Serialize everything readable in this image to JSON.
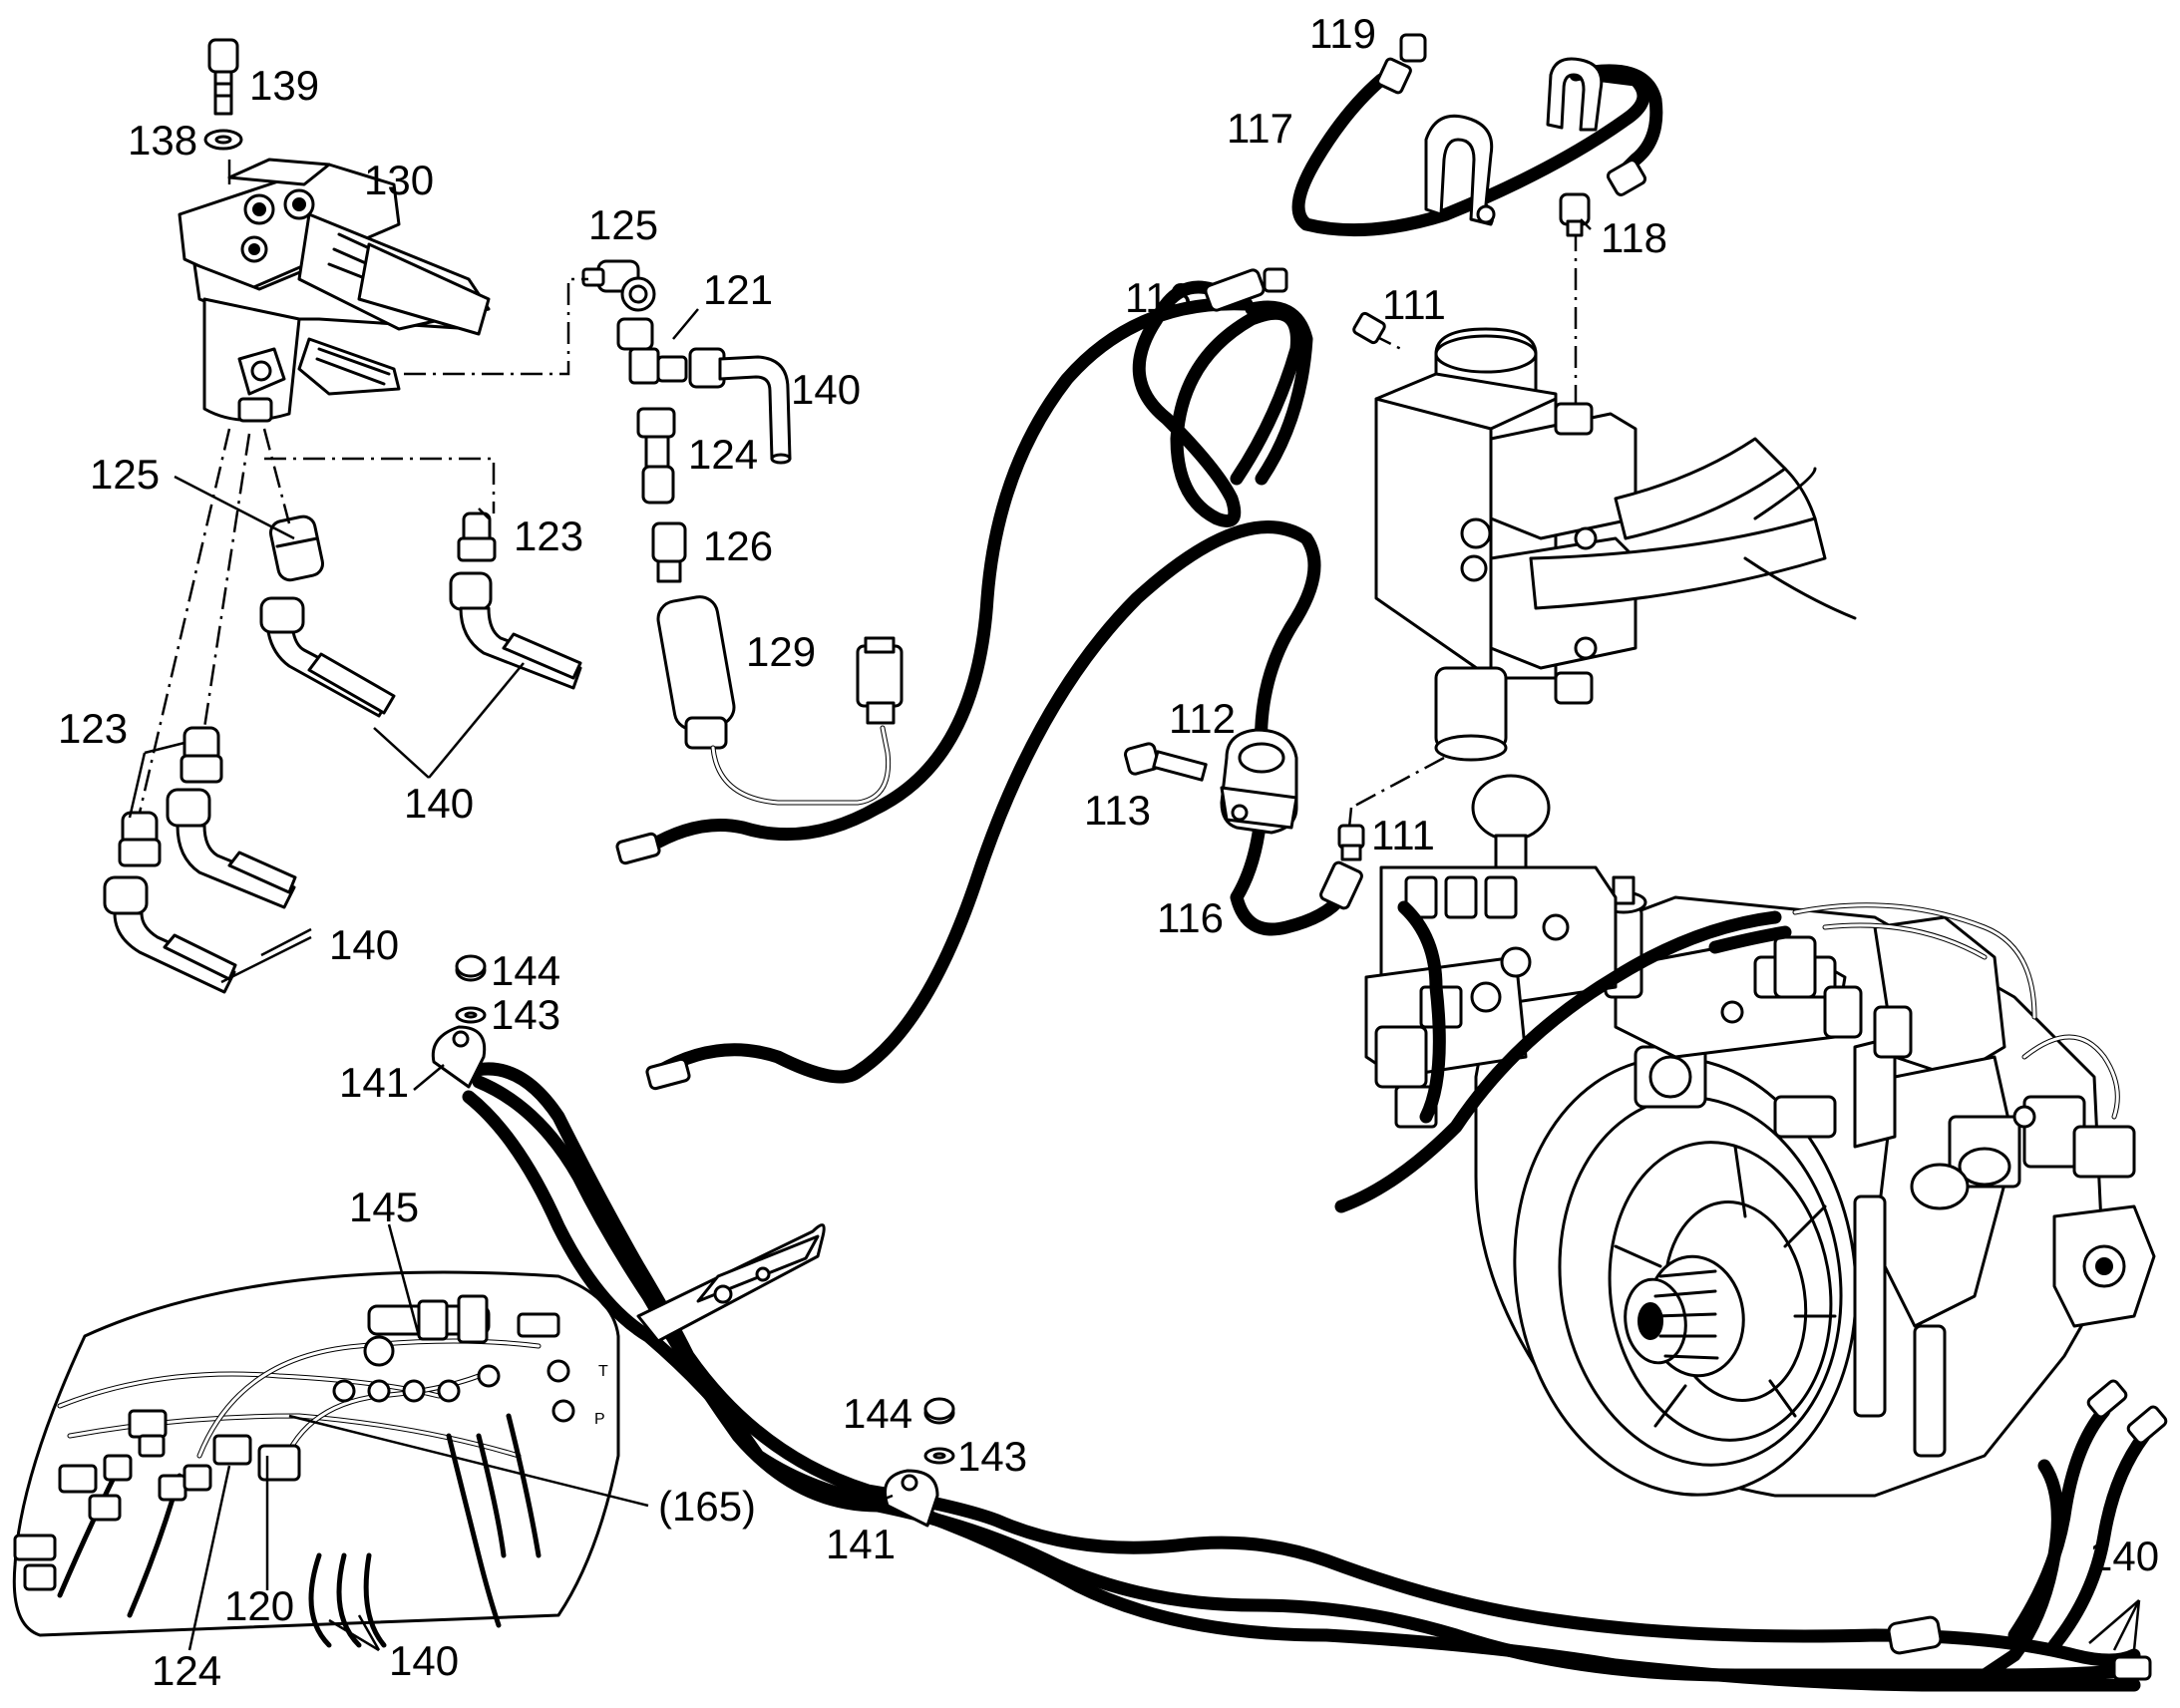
{
  "callouts": {
    "c139": "139",
    "c138": "138",
    "c130": "130",
    "c125a": "125",
    "c121": "121",
    "c140a": "140",
    "c124a": "124",
    "c126": "126",
    "c125b": "125",
    "c123a": "123",
    "c129": "129",
    "c123b": "123",
    "c140b": "140",
    "c140c": "140",
    "c119": "119",
    "c117": "117",
    "c118": "118",
    "c116a": "116",
    "c111a": "111",
    "c112": "112",
    "c113": "113",
    "c111b": "111",
    "c116b": "116",
    "c144a": "144",
    "c143a": "143",
    "c141a": "141",
    "c145": "145",
    "c165": "(165)",
    "c144b": "144",
    "c143b": "143",
    "c141b": "141",
    "c120": "120",
    "c124b": "124",
    "c140d": "140",
    "c140e": "140"
  },
  "port_labels": {
    "t": "T",
    "p": "P"
  }
}
